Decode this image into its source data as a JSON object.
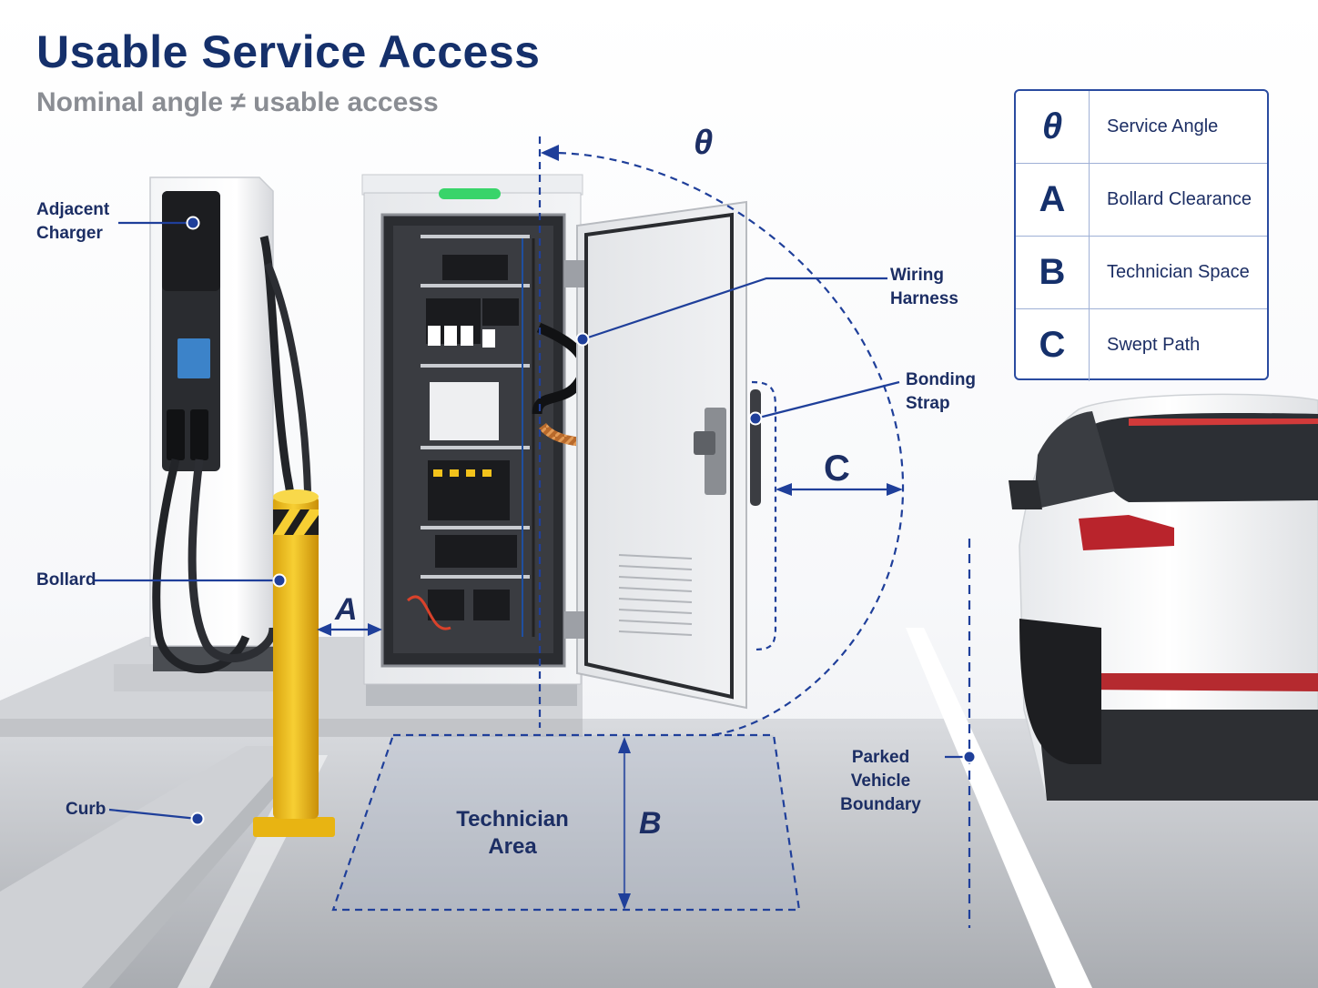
{
  "header": {
    "title": "Usable Service Access",
    "subtitle": "Nominal angle ≠ usable access"
  },
  "legend": [
    {
      "symbol": "θ",
      "label": "Service Angle"
    },
    {
      "symbol": "A",
      "label": "Bollard Clearance"
    },
    {
      "symbol": "B",
      "label": "Technician Space"
    },
    {
      "symbol": "C",
      "label": "Swept Path"
    }
  ],
  "callouts": {
    "adjacent_charger": [
      "Adjacent",
      "Charger"
    ],
    "bollard": "Bollard",
    "curb": "Curb",
    "wiring_harness": [
      "Wiring",
      "Harness"
    ],
    "bonding_strap": [
      "Bonding",
      "Strap"
    ],
    "parked_vehicle_boundary": [
      "Parked Vehicle",
      "Boundary"
    ],
    "technician_area": [
      "Technician",
      "Area"
    ]
  },
  "dimensions": {
    "theta": "θ",
    "a": "A",
    "b": "B",
    "c": "C"
  },
  "colors": {
    "accent": "#1f3f9a",
    "title": "#15306b",
    "bollard": "#f2c21b",
    "status_light": "#39d46a"
  }
}
